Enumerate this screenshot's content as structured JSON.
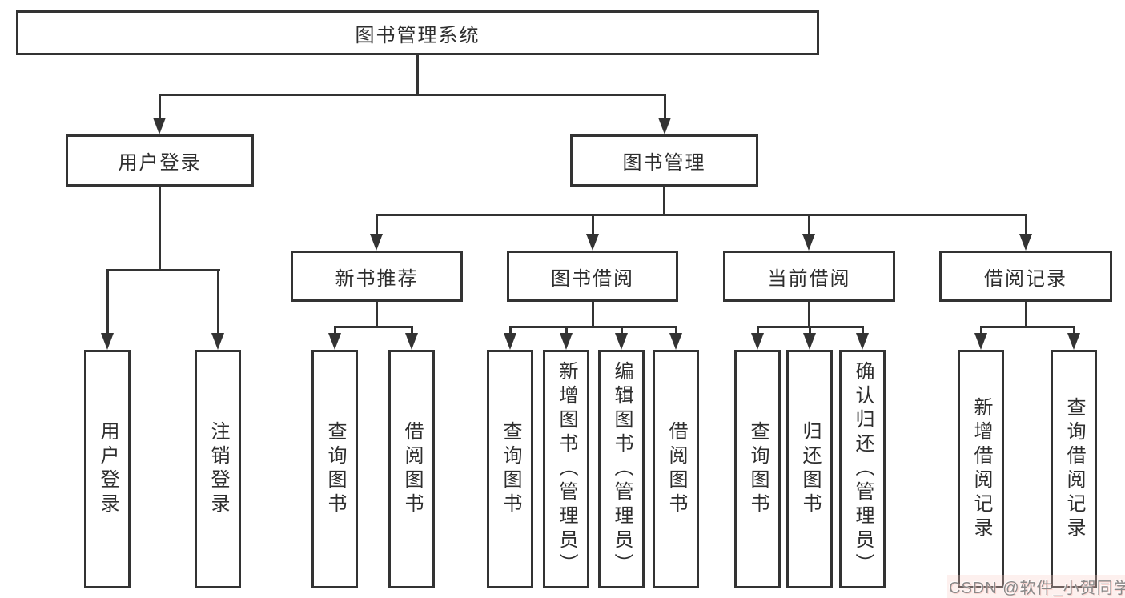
{
  "diagram_title": "图书管理系统",
  "nodes": {
    "root": "图书管理系统",
    "user_login": "用户登录",
    "book_mgmt": "图书管理",
    "new_book_rec": "新书推荐",
    "book_borrow": "图书借阅",
    "current_borrow": "当前借阅",
    "borrow_records": "借阅记录",
    "leaf_user_login": "用户登录",
    "leaf_logout": "注销登录",
    "leaf_query_book_rec": "查询图书",
    "leaf_borrow_book_rec": "借阅图书",
    "leaf_query_book_borrow": "查询图书",
    "leaf_add_book": "新增图书（管理员）",
    "leaf_edit_book": "编辑图书（管理员）",
    "leaf_borrow_book": "借阅图书",
    "leaf_query_book_current": "查询图书",
    "leaf_return_book": "归还图书",
    "leaf_confirm_return": "确认归还（管理员）",
    "leaf_add_borrow_record": "新增借阅记录",
    "leaf_query_borrow_record": "查询借阅记录"
  },
  "hierarchy": {
    "图书管理系统": {
      "用户登录": [
        "用户登录",
        "注销登录"
      ],
      "图书管理": {
        "新书推荐": [
          "查询图书",
          "借阅图书"
        ],
        "图书借阅": [
          "查询图书",
          "新增图书（管理员）",
          "编辑图书（管理员）",
          "借阅图书"
        ],
        "当前借阅": [
          "查询图书",
          "归还图书",
          "确认归还（管理员）"
        ],
        "借阅记录": [
          "新增借阅记录",
          "查询借阅记录"
        ]
      }
    }
  },
  "watermark": "CSDN @软件_小贺同学",
  "colors": {
    "line": "#333333",
    "box_border": "#333333",
    "box_fill": "#ffffff",
    "text": "#2e2e2e",
    "background": "#ffffff",
    "watermark_text": "#8a8a8a",
    "watermark_halo": "#f8beb8"
  }
}
